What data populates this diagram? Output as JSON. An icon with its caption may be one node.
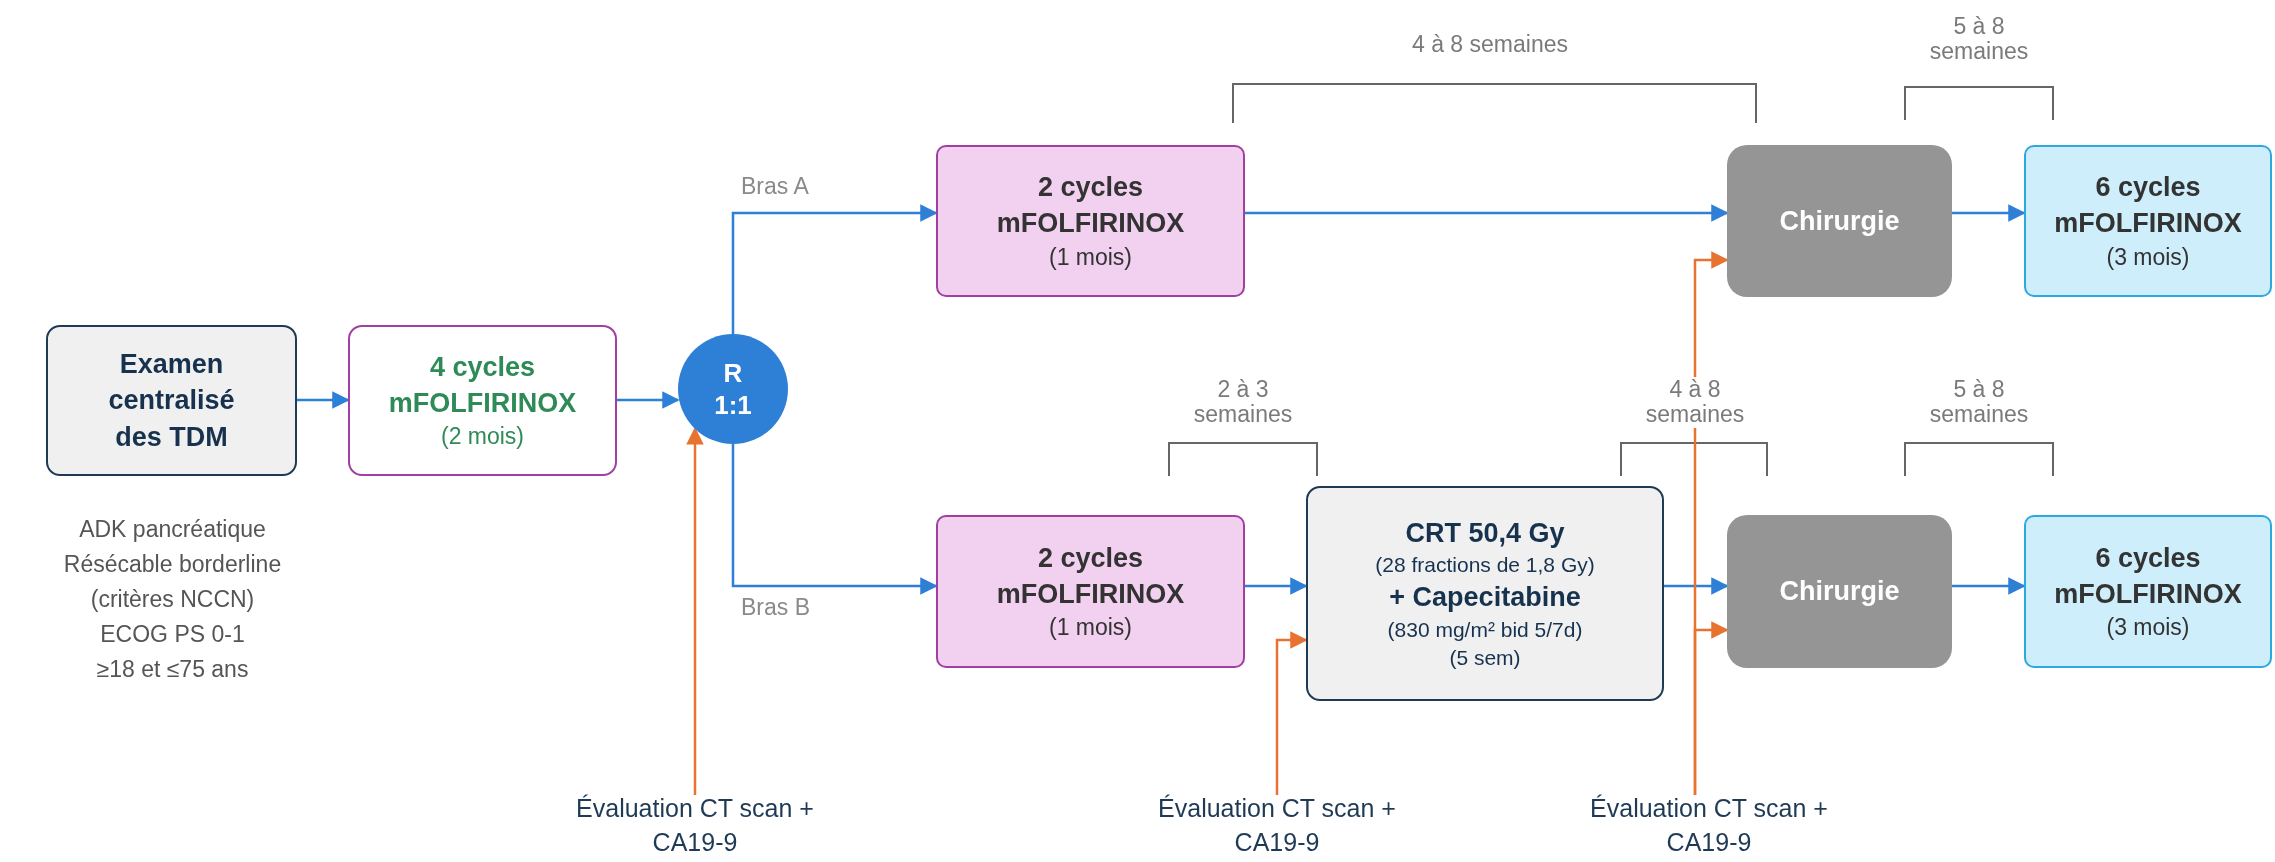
{
  "diagram": {
    "nodes": [
      {
        "text": [
          "Examen centralisé des TDM"
        ]
      },
      {
        "text": [
          "4 cycles mFOLFIRINOX",
          "(2 mois)"
        ]
      },
      {
        "text": [
          "R",
          "1:1"
        ]
      },
      {
        "text": [
          "2 cycles mFOLFIRINOX",
          "(1 mois)"
        ]
      },
      {
        "text": [
          "Chirurgie"
        ]
      },
      {
        "text": [
          "6 cycles mFOLFIRINOX",
          "(3 mois)"
        ]
      },
      {
        "text": [
          "2 cycles mFOLFIRINOX",
          "(1 mois)"
        ]
      },
      {
        "text": [
          "CRT 50,4 Gy",
          "(28 fractions de 1,8 Gy)",
          "+ Capecitabine",
          "(830 mg/m² bid 5/7d)",
          "(5 sem)"
        ]
      },
      {
        "text": [
          "Chirurgie"
        ]
      },
      {
        "text": [
          "6 cycles mFOLFIRINOX",
          "(3 mois)"
        ]
      },
      {
        "text": [
          "Évaluation CT scan + CA19-9"
        ]
      },
      {
        "text": [
          "Évaluation CT scan + CA19-9"
        ]
      },
      {
        "text": [
          "Évaluation CT scan + CA19-9"
        ]
      }
    ],
    "edges": [
      {
        "from": 0,
        "to": 1,
        "arrow": "to"
      },
      {
        "from": 1,
        "to": 2,
        "arrow": "to"
      },
      {
        "from": 2,
        "to": 3,
        "arrow": "to",
        "label": "Bras A"
      },
      {
        "from": 2,
        "to": 6,
        "arrow": "to",
        "label": "Bras B"
      },
      {
        "from": 3,
        "to": 4,
        "arrow": "to"
      },
      {
        "from": 4,
        "to": 5,
        "arrow": "to"
      },
      {
        "from": 6,
        "to": 7,
        "arrow": "to"
      },
      {
        "from": 7,
        "to": 8,
        "arrow": "to"
      },
      {
        "from": 8,
        "to": 9,
        "arrow": "to"
      },
      {
        "from": 10,
        "to": 2,
        "arrow": "to",
        "color": "#e87330"
      },
      {
        "from": 11,
        "to": 7,
        "arrow": "to",
        "color": "#e87330"
      },
      {
        "from": 12,
        "to": 8,
        "arrow": "to",
        "color": "#e87330"
      },
      {
        "from": 12,
        "to": 4,
        "arrow": "to",
        "color": "#e87330"
      }
    ],
    "labels": [
      "4 à 8 semaines",
      "5 à 8 semaines",
      "2 à 3 semaines",
      "4 à 8 semaines",
      "5 à 8 semaines",
      "ADK pancréatique",
      "Résécable borderline",
      "(critères NCCN)",
      "ECOG PS 0-1",
      "≥18 et ≤75 ans"
    ]
  }
}
